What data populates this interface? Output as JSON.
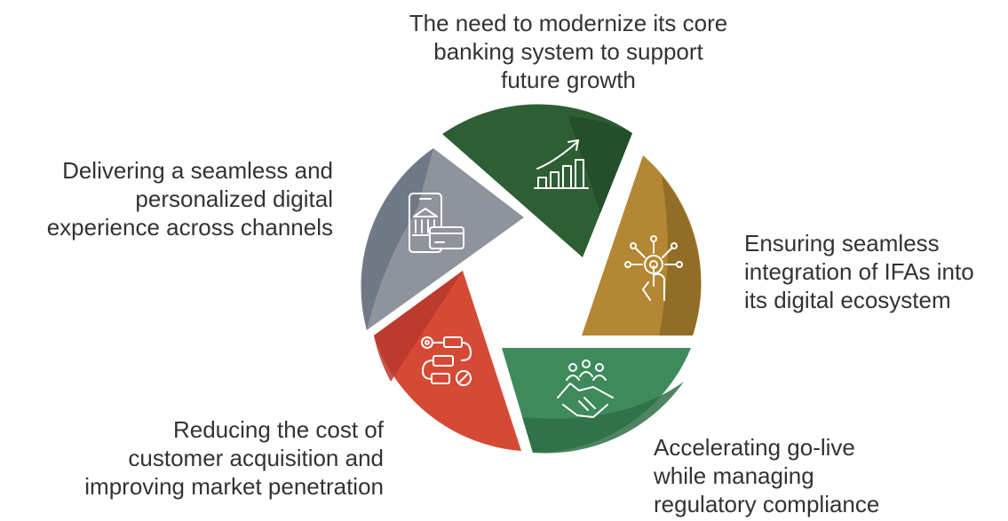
{
  "segments": [
    {
      "id": "modernize",
      "text_lines": [
        "The need to modernize its core",
        "banking system to support",
        "future growth"
      ],
      "color": "#2E5E34",
      "icon": "growth-chart-icon"
    },
    {
      "id": "integration",
      "text_lines": [
        "Ensuring seamless",
        "integration of IFAs into",
        "its digital ecosystem"
      ],
      "color": "#B38733",
      "icon": "touch-network-icon"
    },
    {
      "id": "go-live",
      "text_lines": [
        "Accelerating go-live",
        "while managing",
        "regulatory compliance"
      ],
      "color": "#3E8A5B",
      "icon": "handshake-team-icon"
    },
    {
      "id": "cost",
      "text_lines": [
        "Reducing the cost of",
        "customer acquisition and",
        "improving market penetration"
      ],
      "color": "#D64A35",
      "icon": "workflow-process-icon"
    },
    {
      "id": "experience",
      "text_lines": [
        "Delivering a seamless and",
        "personalized digital",
        "experience across channels"
      ],
      "color": "#8F939B",
      "icon": "mobile-banking-icon"
    }
  ]
}
